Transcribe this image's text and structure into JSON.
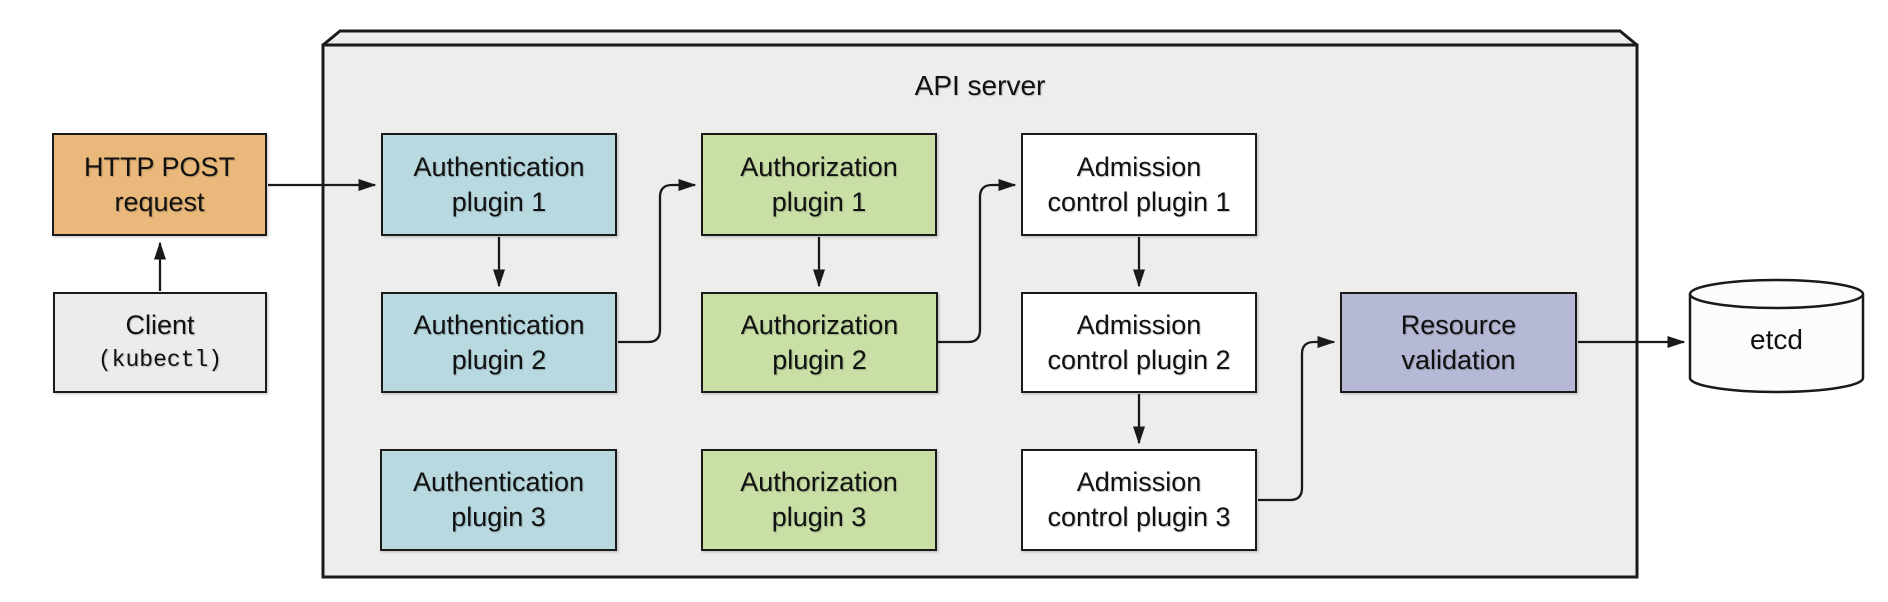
{
  "api_server": {
    "title": "API server"
  },
  "external": {
    "http_post_request": {
      "line1": "HTTP POST",
      "line2": "request"
    },
    "client": {
      "line1": "Client",
      "line2": "(kubectl)"
    },
    "etcd": {
      "label": "etcd"
    }
  },
  "plugins": {
    "authentication": [
      {
        "line1": "Authentication",
        "line2": "plugin 1"
      },
      {
        "line1": "Authentication",
        "line2": "plugin 2"
      },
      {
        "line1": "Authentication",
        "line2": "plugin 3"
      }
    ],
    "authorization": [
      {
        "line1": "Authorization",
        "line2": "plugin 1"
      },
      {
        "line1": "Authorization",
        "line2": "plugin 2"
      },
      {
        "line1": "Authorization",
        "line2": "plugin 3"
      }
    ],
    "admission_control": [
      {
        "line1": "Admission",
        "line2": "control plugin 1"
      },
      {
        "line1": "Admission",
        "line2": "control plugin 2"
      },
      {
        "line1": "Admission",
        "line2": "control plugin 3"
      }
    ]
  },
  "resource_validation": {
    "line1": "Resource",
    "line2": "validation"
  },
  "colors": {
    "http_post_fill": "#E9B87A",
    "authentication_fill": "#B9D9E1",
    "authorization_fill": "#C9DFA6",
    "admission_fill": "#FFFFFF",
    "resource_validation_fill": "#B5B9D5",
    "api_server_fill": "#EDEDEB",
    "client_fill": "#ECECEA",
    "etcd_fill": "#FCFCFA",
    "line": "#1A1A1A"
  }
}
